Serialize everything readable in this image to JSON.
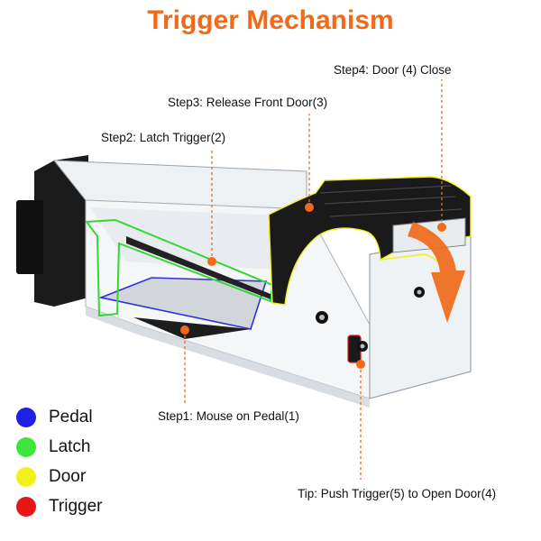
{
  "title": "Trigger Mechanism",
  "colors": {
    "title": "#f06a1a",
    "accent": "#f06a1a",
    "pedal": "#1f1fe6",
    "latch": "#3ce63c",
    "door": "#f2ef1c",
    "trigger": "#e61616"
  },
  "steps": {
    "step1": "Step1: Mouse on Pedal(1)",
    "step2": "Step2: Latch Trigger(2)",
    "step3": "Step3: Release Front Door(3)",
    "step4": "Step4: Door (4) Close",
    "tip": "Tip: Push Trigger(5) to Open Door(4)"
  },
  "legend": [
    {
      "label": "Pedal",
      "color": "#1f1fe6"
    },
    {
      "label": "Latch",
      "color": "#3ce63c"
    },
    {
      "label": "Door",
      "color": "#f2ef1c"
    },
    {
      "label": "Trigger",
      "color": "#e61616"
    }
  ]
}
